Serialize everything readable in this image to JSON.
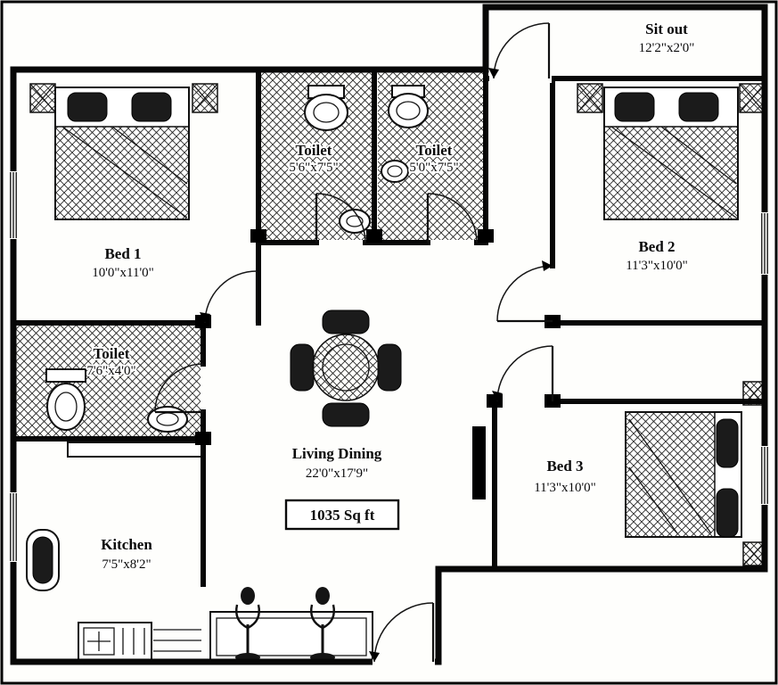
{
  "plan": {
    "area_label": "1035 Sq ft",
    "rooms": {
      "sitout": {
        "name": "Sit out",
        "dims": "12'2\"x2'0\""
      },
      "bed1": {
        "name": "Bed 1",
        "dims": "10'0\"x11'0\""
      },
      "toilet1": {
        "name": "Toilet",
        "dims": "5'6\"x7'5\""
      },
      "toilet2": {
        "name": "Toilet",
        "dims": "5'0\"x7'5\""
      },
      "bed2": {
        "name": "Bed 2",
        "dims": "11'3\"x10'0\""
      },
      "toilet3": {
        "name": "Toilet",
        "dims": "7'6\"x4'0\""
      },
      "living": {
        "name": "Living Dining",
        "dims": "22'0\"x17'9\""
      },
      "kitchen": {
        "name": "Kitchen",
        "dims": "7'5\"x8'2\""
      },
      "bed3": {
        "name": "Bed 3",
        "dims": "11'3\"x10'0\""
      }
    },
    "colors": {
      "ink": "#0a0a0a",
      "paper": "#ffffff"
    }
  }
}
